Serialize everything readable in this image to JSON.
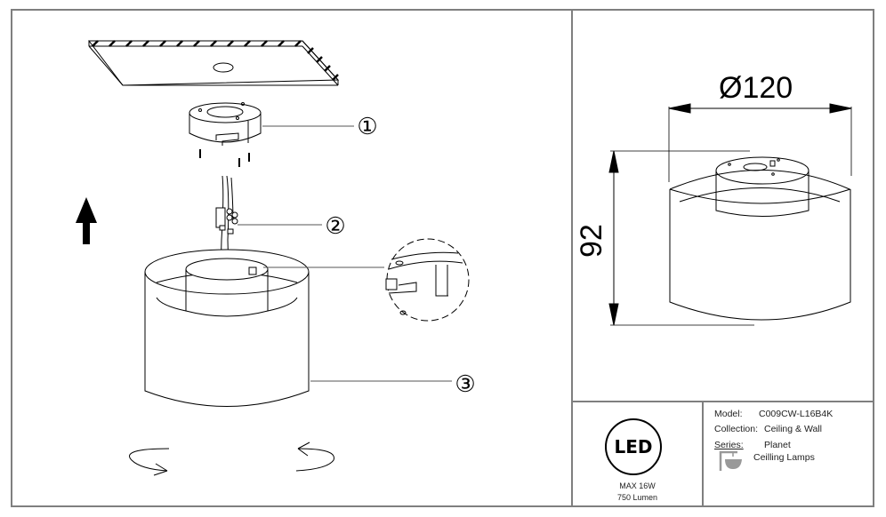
{
  "diagram": {
    "title": "Ceiling lamp installation diagram",
    "callouts": [
      {
        "id": 1,
        "label": "①",
        "part": "mounting bracket"
      },
      {
        "id": 2,
        "label": "②",
        "part": "terminal block connector"
      },
      {
        "id": 3,
        "label": "③",
        "part": "lamp body"
      }
    ],
    "arrow": "up-arrow",
    "rotation_arrows": [
      "rotate-clockwise-arrow",
      "rotate-counterclockwise-arrow"
    ]
  },
  "dimensions": {
    "diameter": "Ø120",
    "height": "92"
  },
  "led": {
    "logo": "LED",
    "max_power": "MAX 16W",
    "lumen": "750 Lumen"
  },
  "product": {
    "model_label": "Model:",
    "model_value": "C009CW-L16B4K",
    "collection_label": "Collection:",
    "collection_value": "Ceiling & Wall",
    "series_label": "Series:",
    "series_value": "Planet",
    "category": "Ceilling Lamps"
  },
  "colors": {
    "frame": "#7f7f7f",
    "line": "#000000"
  }
}
